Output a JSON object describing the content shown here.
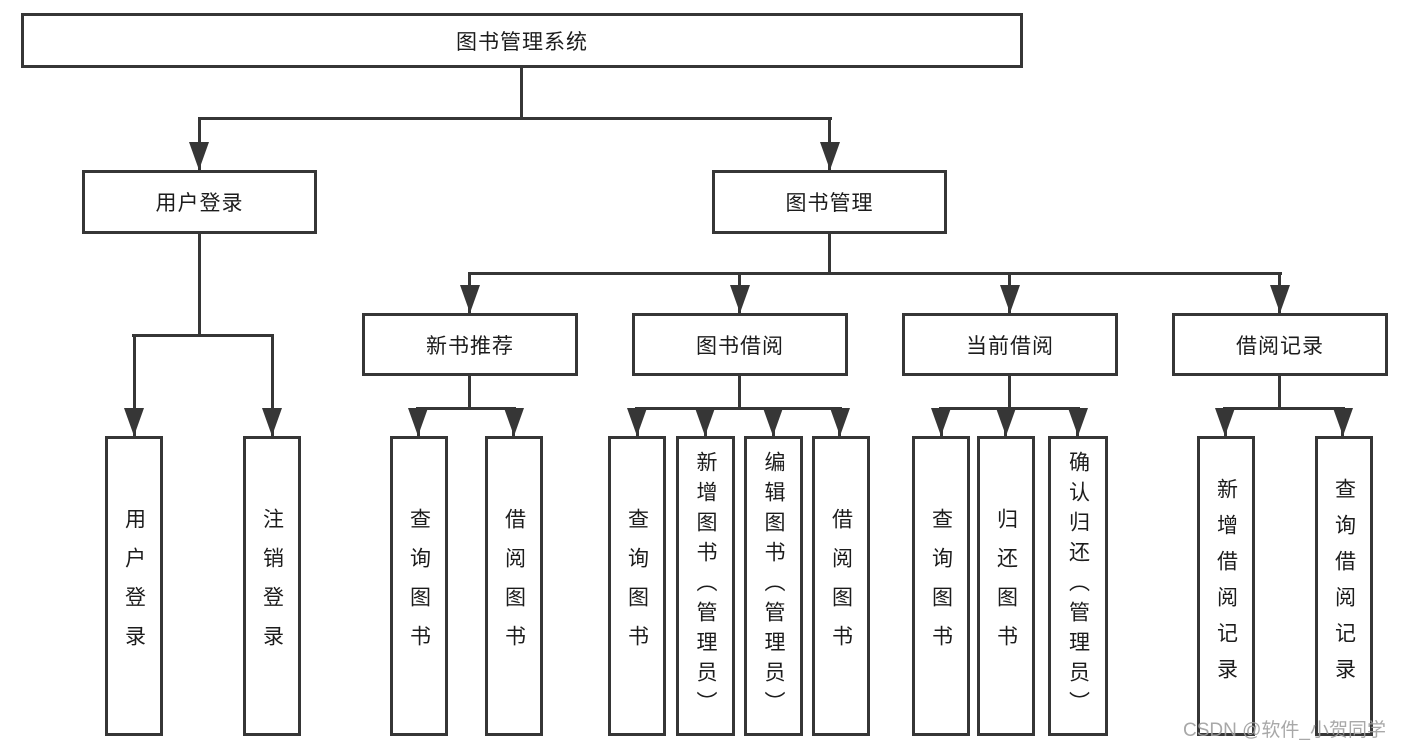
{
  "diagram": {
    "root": "图书管理系统",
    "level2": [
      "用户登录",
      "图书管理"
    ],
    "level3": [
      "新书推荐",
      "图书借阅",
      "当前借阅",
      "借阅记录"
    ],
    "leaves": [
      "用户登录",
      "注销登录",
      "查询图书",
      "借阅图书",
      "查询图书",
      "新增图书（管理员）",
      "编辑图书（管理员）",
      "借阅图书",
      "查询图书",
      "归还图书",
      "确认归还（管理员）",
      "新增借阅记录",
      "查询借阅记录"
    ]
  },
  "watermark": "CSDN @软件_小贺同学",
  "colors": {
    "line": "#363636",
    "text": "#1c1c1c",
    "watermark": "#9e9e9e",
    "background": "#ffffff"
  }
}
